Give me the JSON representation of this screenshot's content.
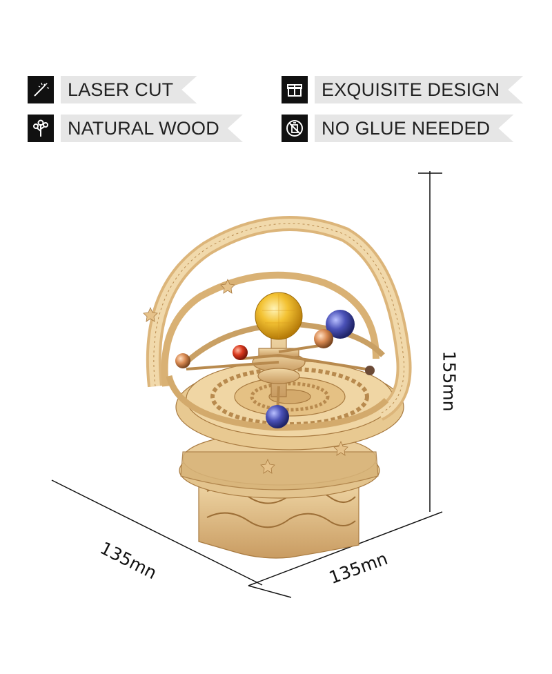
{
  "features": [
    {
      "icon": "laser-icon",
      "label": "LASER CUT"
    },
    {
      "icon": "gift-box-icon",
      "label": "EXQUISITE DESIGN"
    },
    {
      "icon": "tree-icon",
      "label": "NATURAL WOOD"
    },
    {
      "icon": "no-glue-icon",
      "label": "NO GLUE NEEDED"
    }
  ],
  "dimensions": {
    "height": "155mn",
    "depth_left": "135mn",
    "width_right": "135mn"
  },
  "colors": {
    "wood": "#e2c08a",
    "wood_dark": "#b58a52",
    "sun": "#f0b21e",
    "planet_blue": "#4b52b8",
    "planet_red": "#d8381e",
    "planet_orange": "#d98a52"
  }
}
